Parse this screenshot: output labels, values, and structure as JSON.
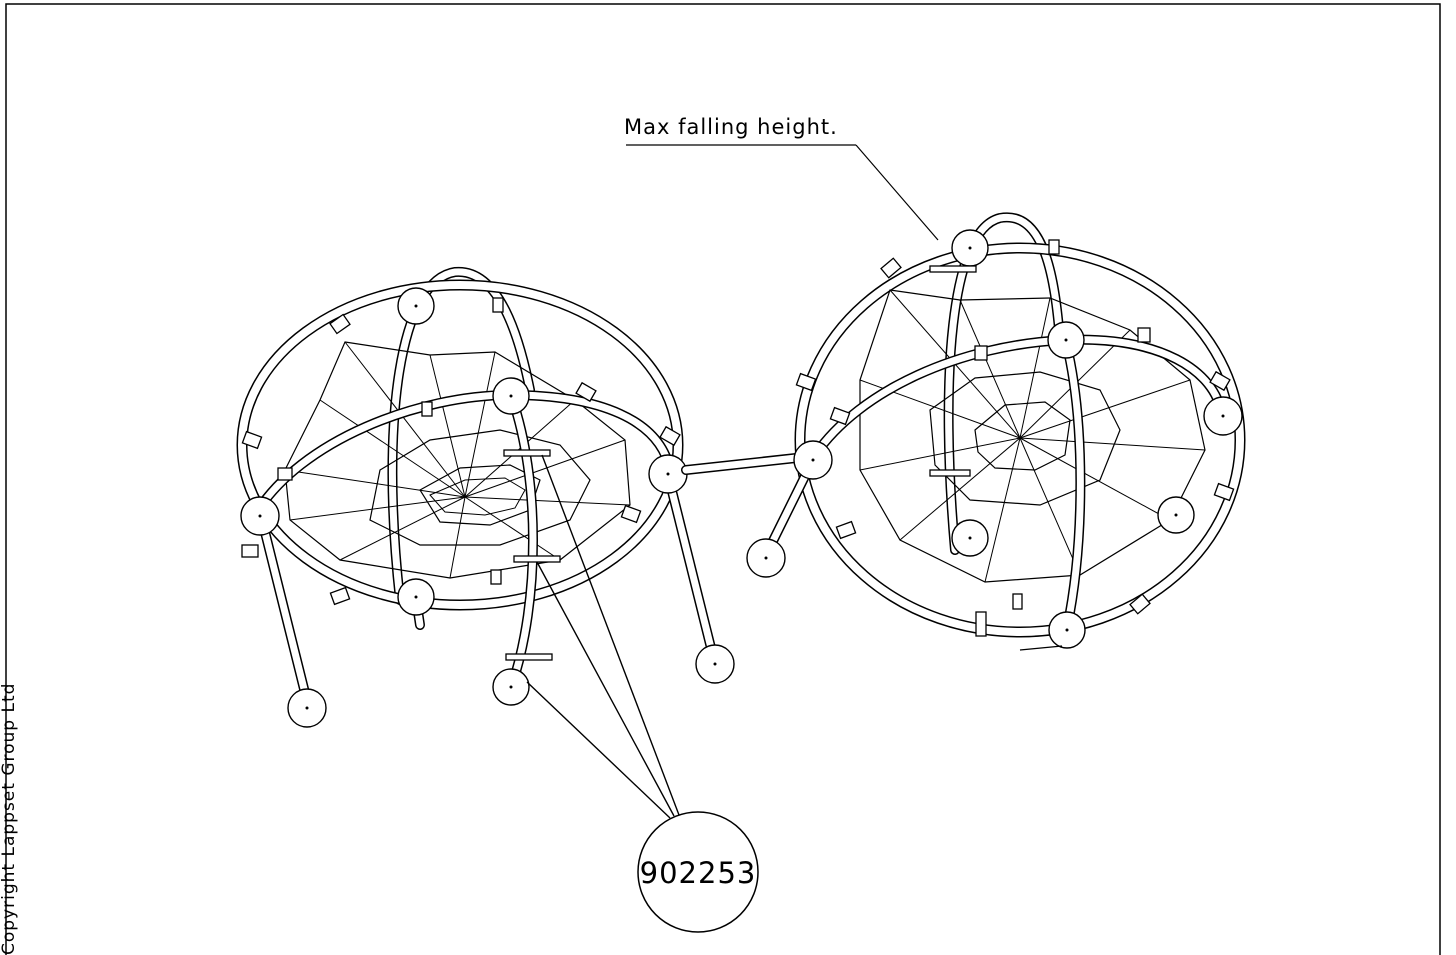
{
  "annotation": {
    "text": "Max falling height."
  },
  "callout": {
    "text": "902253"
  },
  "copyright": {
    "text": "Copyright Lappset Group Ltd"
  }
}
